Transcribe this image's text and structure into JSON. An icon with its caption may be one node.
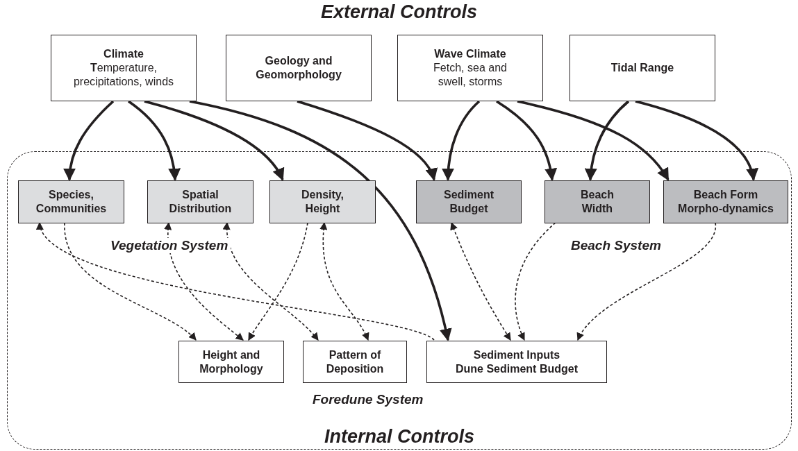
{
  "diagram": {
    "title": "External Controls",
    "nodes": [
      {
        "text": [
          "Climate",
          "**T**emperature, precipitations, winds"
        ]
      },
      {
        "text": [
          "Geology and Geomorphology"
        ]
      },
      {
        "text": [
          "Wave Climate",
          "Fetch, sea and swell, storms"
        ]
      },
      {
        "text": [
          "Tidal Range"
        ]
      },
      {
        "text": [
          "Internal Controls"
        ]
      },
      {
        "text": [
          "Species, Communities"
        ],
        "in": 4
      },
      {
        "text": [
          "Spatial Distribution"
        ],
        "in": 4
      },
      {
        "text": [
          "Density, Height"
        ],
        "in": 4
      },
      {
        "text": [
          "Sediment Budget"
        ],
        "in": 4
      },
      {
        "text": [
          "Beach Width"
        ],
        "in": 4
      },
      {
        "text": [
          "Beach Form Morpho-dynamics"
        ],
        "in": 4
      },
      {
        "text": [
          "Height and Morphology"
        ],
        "in": 4
      },
      {
        "text": [
          "Pattern of Deposition"
        ],
        "in": 4
      },
      {
        "text": [
          "Sediment Inputs",
          "Dune Sediment Budget"
        ],
        "in": 4
      }
    ],
    "edges": [
      {
        "from": 0,
        "to": 5,
        "arrow": "to"
      },
      {
        "from": 0,
        "to": 6,
        "arrow": "to"
      },
      {
        "from": 0,
        "to": 7,
        "arrow": "to"
      },
      {
        "from": 0,
        "to": 13,
        "arrow": "to"
      },
      {
        "from": 1,
        "to": 8,
        "arrow": "to"
      },
      {
        "from": 2,
        "to": 8,
        "arrow": "to"
      },
      {
        "from": 2,
        "to": 9,
        "arrow": "to"
      },
      {
        "from": 2,
        "to": 10,
        "arrow": "to"
      },
      {
        "from": 3,
        "to": 9,
        "arrow": "to"
      },
      {
        "from": 3,
        "to": 10,
        "arrow": "to"
      },
      {
        "from": 5,
        "to": 11,
        "arrow": "to",
        "style": "dashed"
      },
      {
        "from": 13,
        "to": 5,
        "arrow": "to",
        "style": "dashed"
      },
      {
        "from": 6,
        "to": 11,
        "arrow": "both",
        "style": "dashed"
      },
      {
        "from": 6,
        "to": 12,
        "arrow": "both",
        "style": "dashed"
      },
      {
        "from": 7,
        "to": 11,
        "arrow": "to",
        "style": "dashed"
      },
      {
        "from": 7,
        "to": 12,
        "arrow": "both",
        "style": "dashed"
      },
      {
        "from": 8,
        "to": 13,
        "arrow": "both",
        "style": "dashed"
      },
      {
        "from": 9,
        "to": 13,
        "arrow": "to",
        "style": "dashed"
      },
      {
        "from": 10,
        "to": 13,
        "arrow": "to",
        "style": "dashed"
      }
    ],
    "labels": [
      "Vegetation System",
      "Beach System",
      "Foredune System"
    ]
  }
}
